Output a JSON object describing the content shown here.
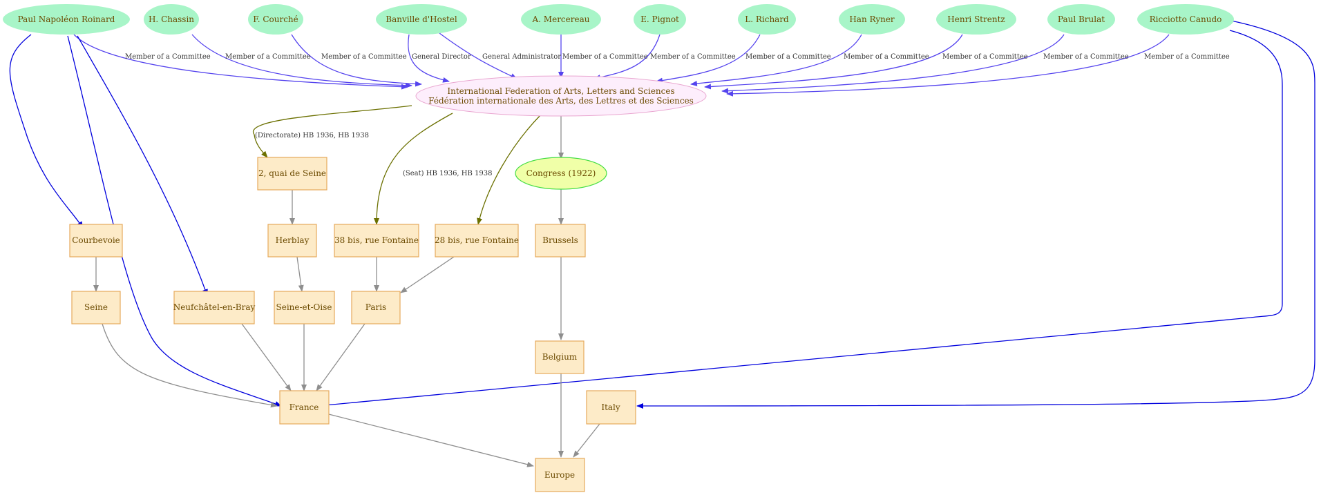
{
  "colors": {
    "person_fill": "#a8f5c8",
    "org_fill": "#fdeefc",
    "org_stroke": "#e9a6d0",
    "event_fill": "#f0ffa8",
    "event_stroke": "#44dd44",
    "place_fill": "#fdebc8",
    "place_stroke": "#e6a95c",
    "text": "#6b4a00",
    "edge_member": "#5544ee",
    "edge_person_place": "#0000dd",
    "edge_org_place": "#6b7000",
    "edge_gray": "#8e8e8e"
  },
  "nodes": {
    "roinard": "Paul Napoléon Roinard",
    "chassin": "H. Chassin",
    "courche": "F. Courché",
    "banville": "Banville d'Hostel",
    "mercereau": "A. Mercereau",
    "pignot": "E. Pignot",
    "richard": "L. Richard",
    "ryner": "Han Ryner",
    "strentz": "Henri Strentz",
    "brulat": "Paul Brulat",
    "canudo": "Ricciotto Canudo",
    "federation_line1": "International Federation of Arts, Letters and Sciences",
    "federation_line2": "Fédération internationale des Arts, des Lettres et des Sciences",
    "congress": "Congress (1922)",
    "quai": "2, quai de Seine",
    "herblay": "Herblay",
    "seine_oise": "Seine-et-Oise",
    "courbevoie": "Courbevoie",
    "seine": "Seine",
    "neufchatel": "Neufchâtel-en-Bray",
    "fontaine38": "38 bis, rue Fontaine",
    "fontaine28": "28 bis, rue Fontaine",
    "paris": "Paris",
    "brussels": "Brussels",
    "belgium": "Belgium",
    "france": "France",
    "italy": "Italy",
    "europe": "Europe"
  },
  "edge_labels": {
    "member": "Member of a Committee",
    "general_director": "General Director",
    "general_administrator": "General Administrator",
    "directorate": "(Directorate) HB 1936, HB 1938",
    "seat": "(Seat) HB 1936, HB 1938"
  }
}
